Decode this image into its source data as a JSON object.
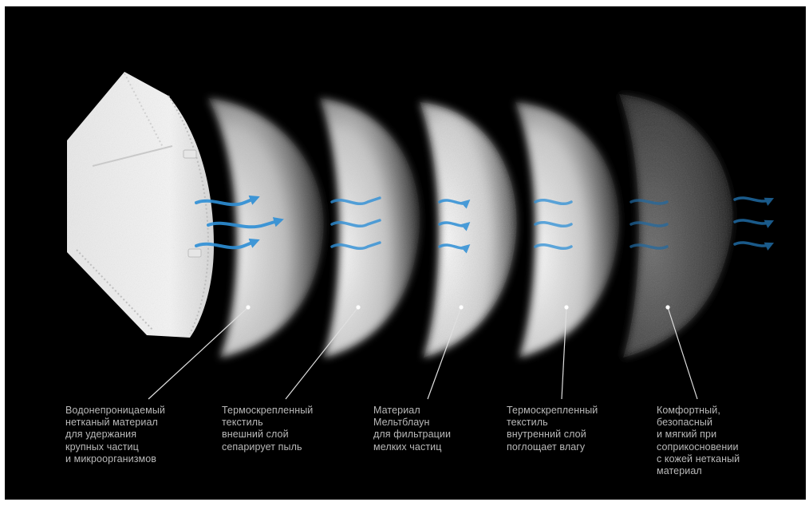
{
  "figure": {
    "layers": [
      {
        "label": "Водонепроницаемый\nнетканый материал\nдля удержания\nкрупных частиц\nи микроорганизмов",
        "texture": "white-folded-mask"
      },
      {
        "label": "Термоскрепленный\nтекстиль\nвнешний слой\nсепарирует пыль",
        "texture": "light-grey"
      },
      {
        "label": "Материал\nМельтблаун\nдля фильтрации\nмелких частиц",
        "texture": "light-grey"
      },
      {
        "label": "Термоскрепленный\nтекстиль\nвнутренний слой\nпоглощает влагу",
        "texture": "mottled-white"
      },
      {
        "label": "Комфортный,\nбезопасный\nи мягкий при\nсоприкосновении\nс кожей нетканый\nматериал",
        "texture": "dark-grey"
      }
    ],
    "colors": {
      "background": "#000000",
      "arrow": "#2e8fd6",
      "label_text": "#b9b9b9",
      "leader_line": "#e0e0e0"
    }
  }
}
